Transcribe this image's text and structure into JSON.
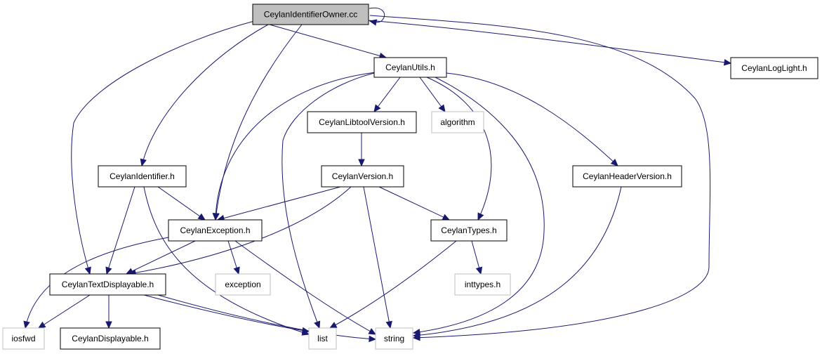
{
  "graph": {
    "nodes": [
      {
        "id": "owner",
        "label": "CeylanIdentifierOwner.cc",
        "style": "root"
      },
      {
        "id": "utils",
        "label": "CeylanUtils.h",
        "style": "normal"
      },
      {
        "id": "loglight",
        "label": "CeylanLogLight.h",
        "style": "normal"
      },
      {
        "id": "libtool",
        "label": "CeylanLibtoolVersion.h",
        "style": "normal"
      },
      {
        "id": "algorithm",
        "label": "algorithm",
        "style": "external"
      },
      {
        "id": "identifier",
        "label": "CeylanIdentifier.h",
        "style": "normal"
      },
      {
        "id": "version",
        "label": "CeylanVersion.h",
        "style": "normal"
      },
      {
        "id": "headerver",
        "label": "CeylanHeaderVersion.h",
        "style": "normal"
      },
      {
        "id": "exception",
        "label": "CeylanException.h",
        "style": "normal"
      },
      {
        "id": "types",
        "label": "CeylanTypes.h",
        "style": "normal"
      },
      {
        "id": "textdisp",
        "label": "CeylanTextDisplayable.h",
        "style": "normal"
      },
      {
        "id": "stdexception",
        "label": "exception",
        "style": "external"
      },
      {
        "id": "inttypes",
        "label": "inttypes.h",
        "style": "external"
      },
      {
        "id": "iosfwd",
        "label": "iosfwd",
        "style": "external"
      },
      {
        "id": "displayable",
        "label": "CeylanDisplayable.h",
        "style": "normal"
      },
      {
        "id": "list",
        "label": "list",
        "style": "external"
      },
      {
        "id": "string",
        "label": "string",
        "style": "external"
      }
    ],
    "edges": [
      [
        "owner",
        "owner"
      ],
      [
        "owner",
        "utils"
      ],
      [
        "owner",
        "loglight"
      ],
      [
        "owner",
        "identifier"
      ],
      [
        "owner",
        "exception"
      ],
      [
        "owner",
        "textdisp"
      ],
      [
        "owner",
        "string"
      ],
      [
        "utils",
        "libtool"
      ],
      [
        "utils",
        "algorithm"
      ],
      [
        "utils",
        "exception"
      ],
      [
        "utils",
        "types"
      ],
      [
        "utils",
        "headerver"
      ],
      [
        "utils",
        "list"
      ],
      [
        "utils",
        "string"
      ],
      [
        "libtool",
        "version"
      ],
      [
        "version",
        "exception"
      ],
      [
        "version",
        "types"
      ],
      [
        "version",
        "textdisp"
      ],
      [
        "version",
        "string"
      ],
      [
        "identifier",
        "exception"
      ],
      [
        "identifier",
        "textdisp"
      ],
      [
        "identifier",
        "list"
      ],
      [
        "headerver",
        "string"
      ],
      [
        "exception",
        "textdisp"
      ],
      [
        "exception",
        "stdexception"
      ],
      [
        "exception",
        "iosfwd"
      ],
      [
        "exception",
        "string"
      ],
      [
        "types",
        "inttypes"
      ],
      [
        "types",
        "list"
      ],
      [
        "textdisp",
        "iosfwd"
      ],
      [
        "textdisp",
        "displayable"
      ],
      [
        "textdisp",
        "list"
      ],
      [
        "textdisp",
        "string"
      ]
    ],
    "colors": {
      "edge": "#191970",
      "root_fill": "#bfbfbf",
      "normal_fill": "#ffffff",
      "normal_border": "#000000",
      "external_border": "#bfbfbf",
      "text": "#000000"
    }
  }
}
